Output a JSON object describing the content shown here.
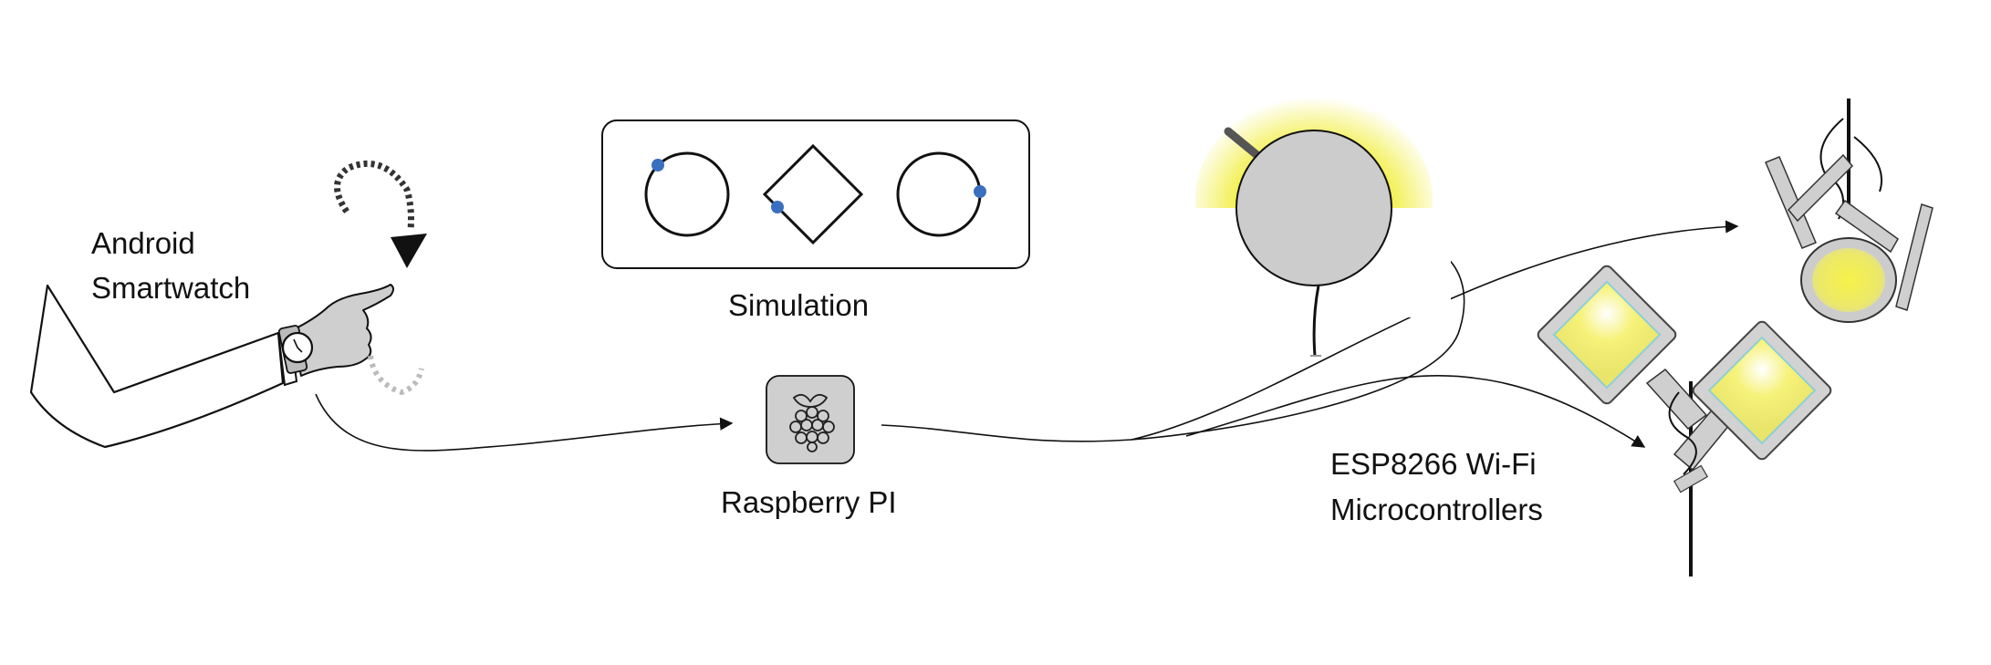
{
  "labels": {
    "watch_line1": "Android",
    "watch_line2": "Smartwatch",
    "simulation": "Simulation",
    "raspberry": "Raspberry PI",
    "esp_line1": "ESP8266 Wi-Fi",
    "esp_line2": "Microcontrollers"
  },
  "colors": {
    "stroke": "#111111",
    "device_gray": "#cccccc",
    "glow_yellow": "#f3f04a",
    "dot_blue": "#3a6fbf"
  }
}
